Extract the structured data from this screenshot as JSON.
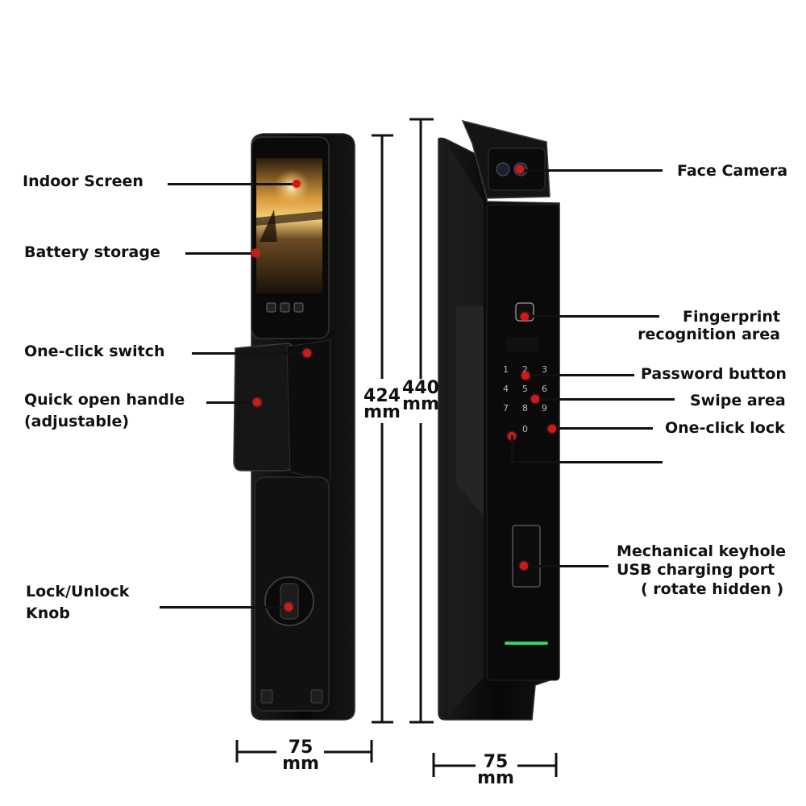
{
  "left_labels": {
    "indoor_screen": "Indoor Screen",
    "battery_storage": "Battery storage",
    "one_click_switch": "One-click switch",
    "quick_open_handle_1": "Quick open handle",
    "quick_open_handle_2": "(adjustable)",
    "lock_unlock_1": "Lock/Unlock",
    "lock_unlock_2": "Knob"
  },
  "right_labels": {
    "face_camera": "Face Camera",
    "fingerprint_1": "Fingerprint",
    "fingerprint_2": "recognition area",
    "password_button": "Password button",
    "swipe_area": "Swipe area",
    "one_click_lock": "One-click lock",
    "keyhole_1": "Mechanical keyhole",
    "keyhole_2": "USB charging port",
    "keyhole_3": "( rotate hidden )"
  },
  "dimensions": {
    "height_front_value": "424",
    "height_front_unit": "mm",
    "height_side_value": "440",
    "height_side_unit": "mm",
    "width_front_value": "75",
    "width_front_unit": "mm",
    "width_side_value": "75",
    "width_side_unit": "mm"
  },
  "keypad": {
    "keys": [
      "1",
      "2",
      "3",
      "4",
      "5",
      "6",
      "7",
      "8",
      "9",
      "",
      "0",
      ""
    ]
  },
  "colors": {
    "marker": "#d01a1a",
    "led": "#2fd65a",
    "body": "#0c0c0c"
  }
}
